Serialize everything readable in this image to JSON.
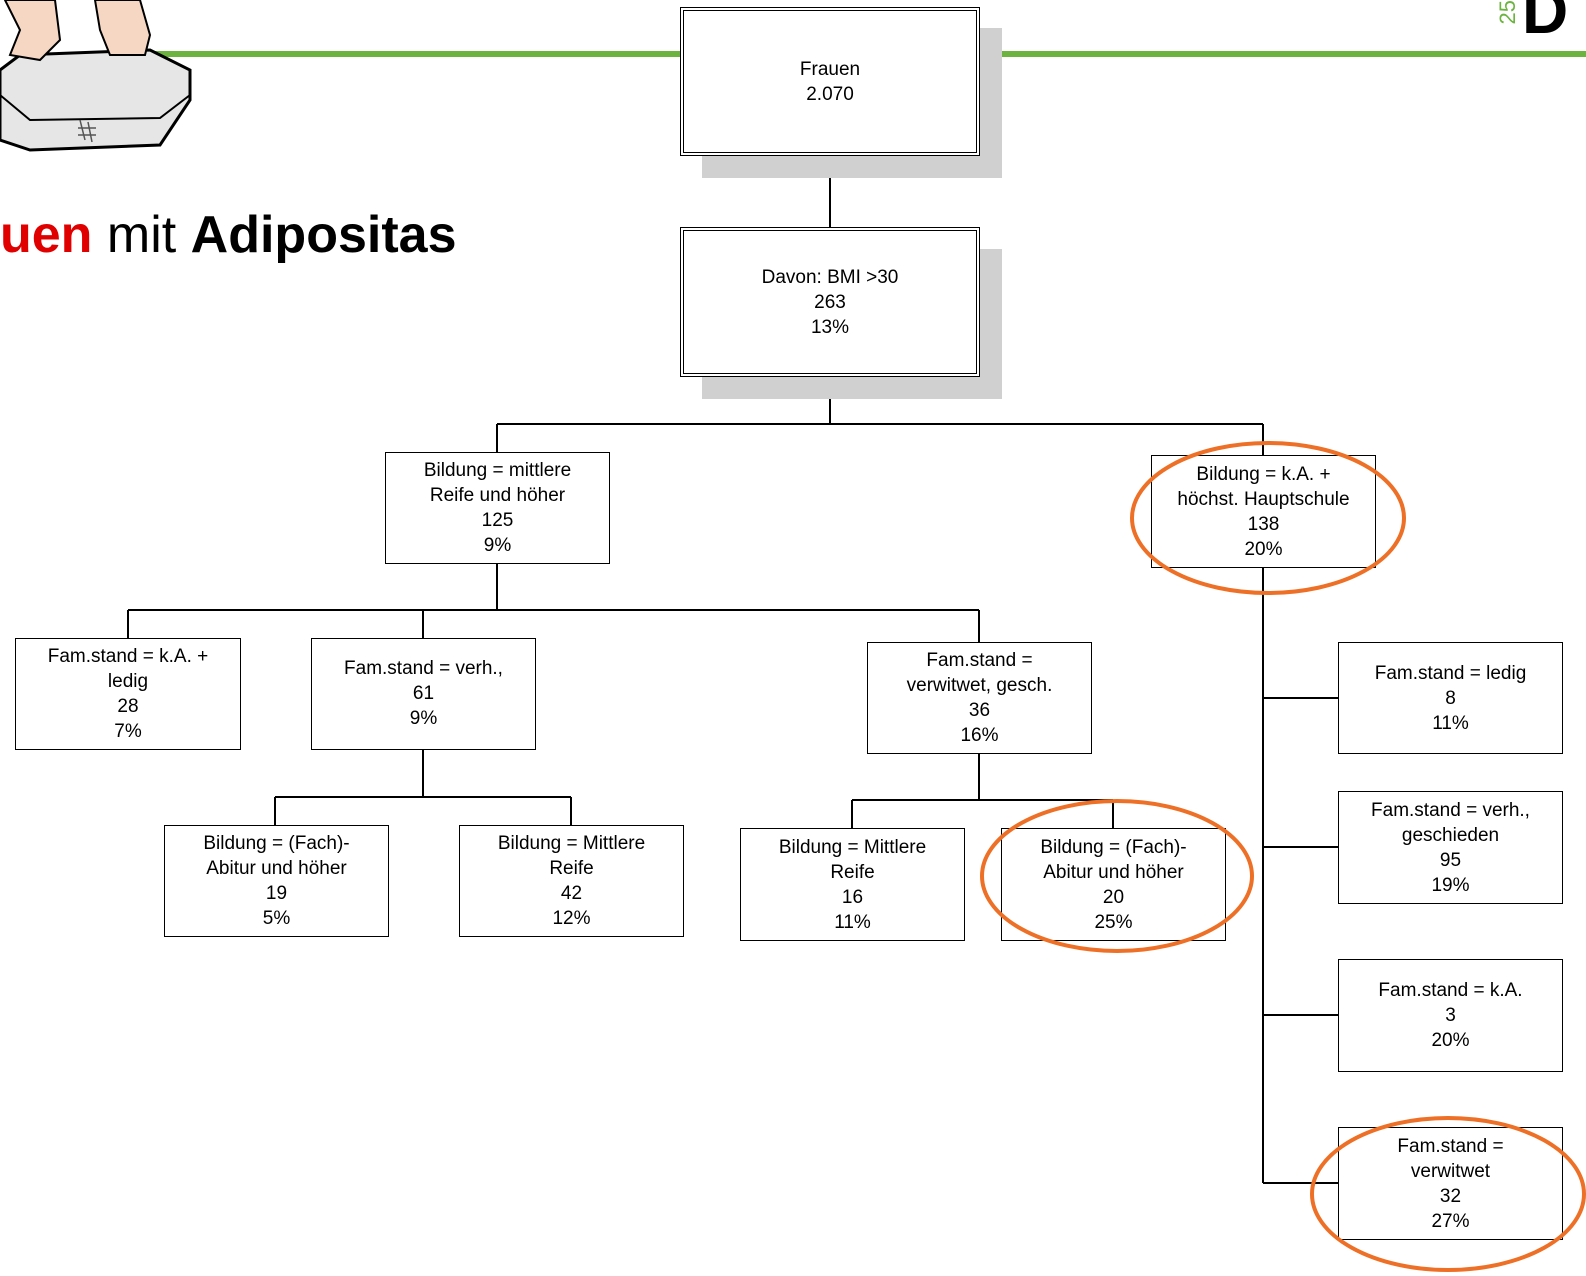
{
  "title": {
    "part1": "uen",
    "part2": " mit ",
    "part3": "Adipositas"
  },
  "logo": {
    "number": "25",
    "letter": "D"
  },
  "nodes": {
    "root": {
      "l1": "Frauen",
      "l2": "2.070"
    },
    "bmi": {
      "l1": "Davon: BMI >30",
      "l2": "263",
      "l3": "13%"
    },
    "mid": {
      "l1": "Bildung = mittlere",
      "l2": "Reife und höher",
      "l3": "125",
      "l4": "9%"
    },
    "low": {
      "l1": "Bildung = k.A. +",
      "l2": "höchst. Hauptschule",
      "l3": "138",
      "l4": "20%"
    },
    "mid_ledig": {
      "l1": "Fam.stand = k.A. +",
      "l2": "ledig",
      "l3": "28",
      "l4": "7%"
    },
    "mid_verh": {
      "l1": "Fam.stand = verh.,",
      "l2": "61",
      "l3": "9%"
    },
    "mid_verw": {
      "l1": "Fam.stand =",
      "l2": "verwitwet, gesch.",
      "l3": "36",
      "l4": "16%"
    },
    "verh_abitur": {
      "l1": "Bildung = (Fach)-",
      "l2": "Abitur und höher",
      "l3": "19",
      "l4": "5%"
    },
    "verh_mittlere": {
      "l1": "Bildung = Mittlere",
      "l2": "Reife",
      "l3": "42",
      "l4": "12%"
    },
    "verw_mittlere": {
      "l1": "Bildung = Mittlere",
      "l2": "Reife",
      "l3": "16",
      "l4": "11%"
    },
    "verw_abitur": {
      "l1": "Bildung = (Fach)-",
      "l2": "Abitur und höher",
      "l3": "20",
      "l4": "25%"
    },
    "low_ledig": {
      "l1": "Fam.stand = ledig",
      "l2": "8",
      "l3": "11%"
    },
    "low_verh": {
      "l1": "Fam.stand = verh.,",
      "l2": "geschieden",
      "l3": "95",
      "l4": "19%"
    },
    "low_ka": {
      "l1": "Fam.stand = k.A.",
      "l2": "3",
      "l3": "20%"
    },
    "low_verw": {
      "l1": "Fam.stand =",
      "l2": "verwitwet",
      "l3": "32",
      "l4": "27%"
    }
  },
  "colors": {
    "header_line": "#6cb33f",
    "highlight": "#ed7026",
    "title_red": "#e00000",
    "shadow": "#d0d0d0"
  }
}
